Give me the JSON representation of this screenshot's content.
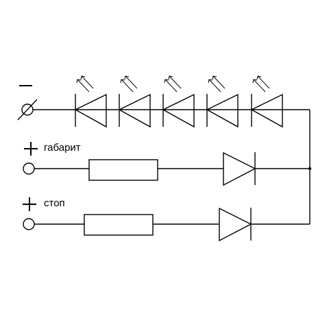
{
  "terminals": {
    "ground": {
      "sign": "minus",
      "label": ""
    },
    "parking": {
      "sign": "plus",
      "label": "габарит"
    },
    "stop": {
      "sign": "plus",
      "label": "стоп"
    }
  },
  "led_chain": {
    "count": 5
  },
  "colors": {
    "stroke": "#000000",
    "background": "#ffffff"
  }
}
